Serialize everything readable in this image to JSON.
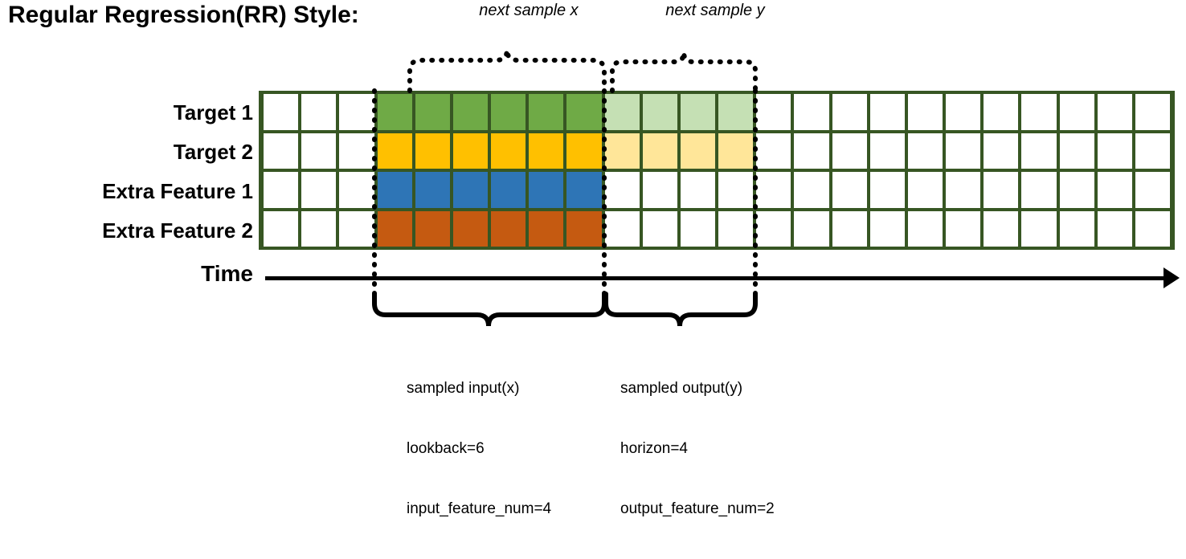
{
  "title": "Regular Regression(RR) Style:",
  "top_labels": {
    "input_brace": "next sample x",
    "output_brace": "next sample y"
  },
  "axis": {
    "label": "Time",
    "arrow_icon": "right-arrow-icon"
  },
  "rows": [
    {
      "label": "Target 1",
      "fill": "#6FAA46",
      "light": "#C5E0B4"
    },
    {
      "label": "Target 2",
      "fill": "#FFC000",
      "light": "#FFE699"
    },
    {
      "label": "Extra Feature 1",
      "fill": "#2E75B6",
      "light": "#FFFFFF"
    },
    {
      "label": "Extra Feature 2",
      "fill": "#C55A11",
      "light": "#FFFFFF"
    }
  ],
  "grid": {
    "columns": 24,
    "border_color": "#375623",
    "empty_color": "#FFFFFF",
    "input_start_col": 3,
    "lookback": 6,
    "horizon": 4
  },
  "captions": {
    "input": {
      "line1": "sampled input(x)",
      "line2": "lookback=6",
      "line3": "input_feature_num=4"
    },
    "output": {
      "line1": "sampled output(y)",
      "line2": "horizon=4",
      "line3": "output_feature_num=2"
    }
  },
  "chart_data": {
    "type": "heatmap",
    "title": "Regular Regression(RR) Style:",
    "xlabel": "Time",
    "ylabel": "",
    "categories": [
      "Target 1",
      "Target 2",
      "Extra Feature 1",
      "Extra Feature 2"
    ],
    "x": [
      0,
      1,
      2,
      3,
      4,
      5,
      6,
      7,
      8,
      9,
      10,
      11,
      12,
      13,
      14,
      15,
      16,
      17,
      18,
      19,
      20,
      21,
      22,
      23
    ],
    "legend": [
      "sampled input(x)",
      "sampled output(y)"
    ],
    "annotations": [
      "next sample x",
      "next sample y"
    ],
    "series": [
      {
        "name": "Target 1",
        "values": [
          "empty",
          "empty",
          "empty",
          "input",
          "input",
          "input",
          "input",
          "input",
          "input",
          "output",
          "output",
          "output",
          "output",
          "empty",
          "empty",
          "empty",
          "empty",
          "empty",
          "empty",
          "empty",
          "empty",
          "empty",
          "empty",
          "empty"
        ]
      },
      {
        "name": "Target 2",
        "values": [
          "empty",
          "empty",
          "empty",
          "input",
          "input",
          "input",
          "input",
          "input",
          "input",
          "output",
          "output",
          "output",
          "output",
          "empty",
          "empty",
          "empty",
          "empty",
          "empty",
          "empty",
          "empty",
          "empty",
          "empty",
          "empty",
          "empty"
        ]
      },
      {
        "name": "Extra Feature 1",
        "values": [
          "empty",
          "empty",
          "empty",
          "input",
          "input",
          "input",
          "input",
          "input",
          "input",
          "empty",
          "empty",
          "empty",
          "empty",
          "empty",
          "empty",
          "empty",
          "empty",
          "empty",
          "empty",
          "empty",
          "empty",
          "empty",
          "empty",
          "empty"
        ]
      },
      {
        "name": "Extra Feature 2",
        "values": [
          "empty",
          "empty",
          "empty",
          "input",
          "input",
          "input",
          "input",
          "input",
          "input",
          "empty",
          "empty",
          "empty",
          "empty",
          "empty",
          "empty",
          "empty",
          "empty",
          "empty",
          "empty",
          "empty",
          "empty",
          "empty",
          "empty",
          "empty"
        ]
      }
    ],
    "grid": true,
    "legend_position": "bottom"
  }
}
